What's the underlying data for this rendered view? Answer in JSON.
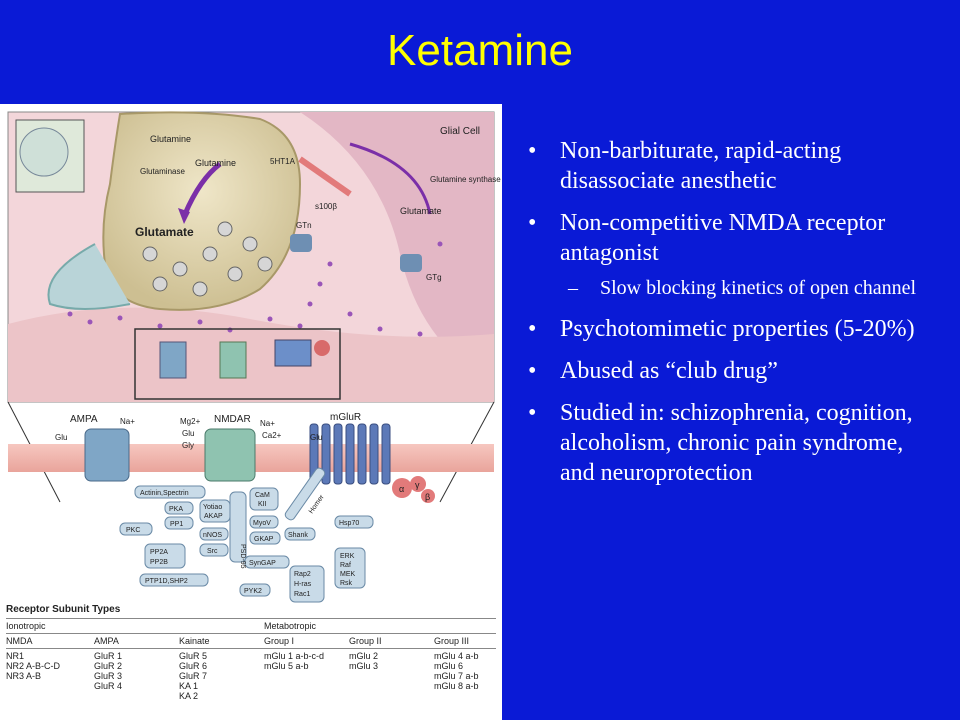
{
  "title": "Ketamine",
  "figure": {
    "labels": {
      "glial_cell": "Glial Cell",
      "glutamine_left": "Glutamine",
      "glutamine_right": "Glutamine",
      "glutaminase": "Glutaminase",
      "glutamate_main": "Glutamate",
      "ht1a": "5HT1A",
      "glutamine_synthase": "Glutamine synthase",
      "glutamate_right": "Glutamate",
      "s100b": "s100β",
      "gtn": "GTn",
      "gtg": "GTg",
      "ampa": "AMPA",
      "nmdar": "NMDAR",
      "mglur": "mGluR",
      "glu1": "Glu",
      "na1": "Na+",
      "mg": "Mg2+",
      "na2": "Na+",
      "glu2": "Glu",
      "ca": "Ca2+",
      "gly": "Gly",
      "glu3": "Glu",
      "actinin": "Actinin,Spectrin",
      "pka": "PKA",
      "yotiao": "Yotiao",
      "akap": "AKAP",
      "pp1": "PP1",
      "pkc": "PKC",
      "camk": "CaM",
      "kii": "KII",
      "myov": "MyoV",
      "psd95": "PSD-95",
      "nnos": "nNOS",
      "src": "Src",
      "gkap": "GKAP",
      "shank": "Shank",
      "homer": "Homer",
      "hsp70": "Hsp70",
      "pp2a": "PP2A",
      "pp2b": "PP2B",
      "syngap": "SynGAP",
      "erk": "ERK",
      "raf": "Raf",
      "mek": "MEK",
      "rsk": "Rsk",
      "rap2": "Rap2",
      "hras": "H-ras",
      "rac1": "Rac1",
      "ptp": "PTP1D,SHP2",
      "pyk2": "PYK2",
      "alpha": "α",
      "gamma": "γ",
      "beta": "β"
    },
    "table": {
      "title": "Receptor Subunit Types",
      "group_ionotropic": "Ionotropic",
      "group_metabotropic": "Metabotropic",
      "headers": [
        "NMDA",
        "AMPA",
        "Kainate",
        "Group I",
        "Group II",
        "Group III"
      ],
      "columns": [
        [
          "NR1",
          "NR2 A-B-C-D",
          "NR3 A-B"
        ],
        [
          "GluR 1",
          "GluR 2",
          "GluR 3",
          "GluR 4"
        ],
        [
          "GluR 5",
          "GluR 6",
          "GluR 7",
          "KA 1",
          "KA 2"
        ],
        [
          "mGlu 1 a-b-c-d",
          "mGlu 5 a-b"
        ],
        [
          "mGlu 2",
          "mGlu 3"
        ],
        [
          "mGlu 4 a-b",
          "mGlu 6",
          "mGlu 7 a-b",
          "mGlu 8 a-b"
        ]
      ]
    }
  },
  "bullets": [
    "Non-barbiturate, rapid-acting disassociate anesthetic",
    "Non-competitive NMDA receptor antagonist",
    "Psychotomimetic properties (5-20%)",
    "Abused as “club drug”",
    "Studied in: schizophrenia, cognition, alcoholism, chronic pain syndrome, and neuroprotection"
  ],
  "sub_bullets": [
    "Slow blocking kinetics of open channel"
  ],
  "bullet_symbol": "•",
  "dash_symbol": "–",
  "colors": {
    "background": "#0a1ad6",
    "title": "#ffff00",
    "text": "#ffffff"
  }
}
